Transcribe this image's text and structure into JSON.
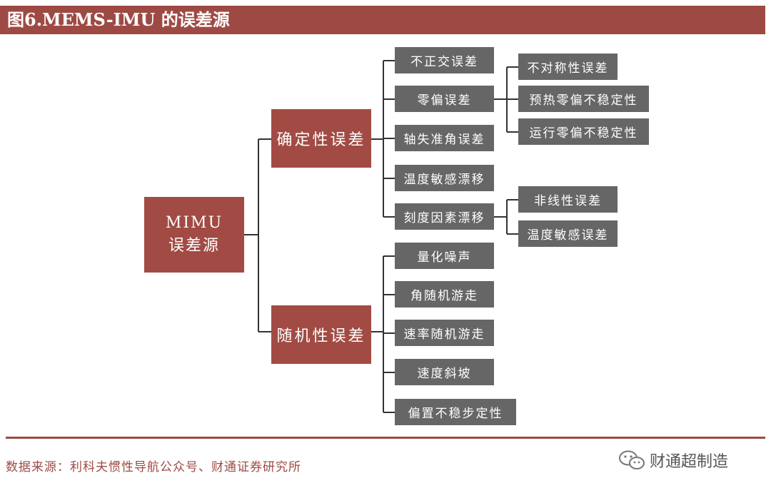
{
  "header": {
    "title": "图6.MEMS-IMU 的误差源"
  },
  "diagram": {
    "root": {
      "line1": "MIMU",
      "line2": "误差源"
    },
    "deterministic": {
      "label": "确定性误差",
      "items": {
        "orthogonal": "不正交误差",
        "bias": "零偏误差",
        "misalign": "轴失准角误差",
        "temp_drift": "温度敏感漂移",
        "scale_drift": "刻度因素漂移"
      },
      "bias_children": [
        "不对称性误差",
        "预热零偏不稳定性",
        "运行零偏不稳定性"
      ],
      "scale_children": [
        "非线性误差",
        "温度敏感误差"
      ]
    },
    "random": {
      "label": "随机性误差",
      "items": [
        "量化噪声",
        "角随机游走",
        "速率随机游走",
        "速度斜坡",
        "偏置不稳步定性"
      ]
    }
  },
  "footer": {
    "source": "数据来源：利科夫惯性导航公众号、财通证券研究所",
    "watermark": "财通超制造"
  },
  "colors": {
    "accent": "#9e4a44",
    "node_red": "#a14b44",
    "node_gray": "#666666",
    "connector": "#333333"
  }
}
